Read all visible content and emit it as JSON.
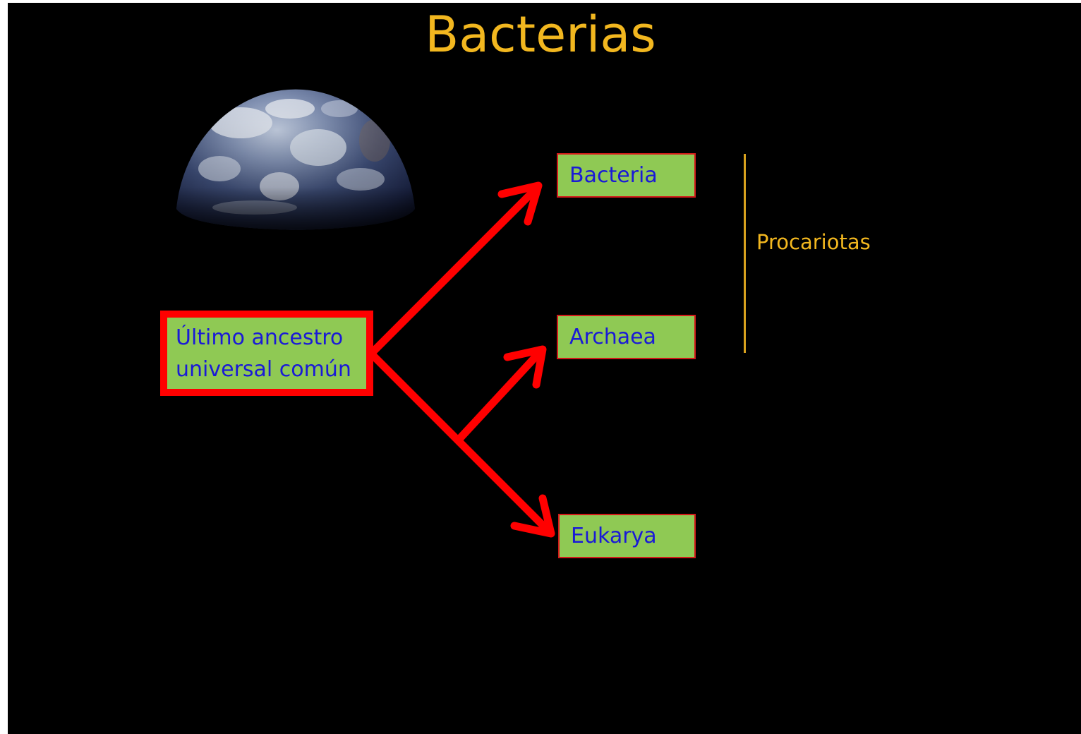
{
  "slide": {
    "title": "Bacterias"
  },
  "diagram": {
    "root": {
      "line1": "Último ancestro",
      "line2": "universal común"
    },
    "branches": [
      {
        "label": "Bacteria"
      },
      {
        "label": "Archaea"
      },
      {
        "label": "Eukarya"
      }
    ],
    "group_label": "Procariotas"
  },
  "colors": {
    "background": "#000000",
    "title": "#f2b71f",
    "box_fill": "#8fc954",
    "box_text": "#1a1ad6",
    "arrow": "#ff0000",
    "bracket": "#d9a21e"
  },
  "icons": {
    "earth": "earth-globe-image"
  }
}
